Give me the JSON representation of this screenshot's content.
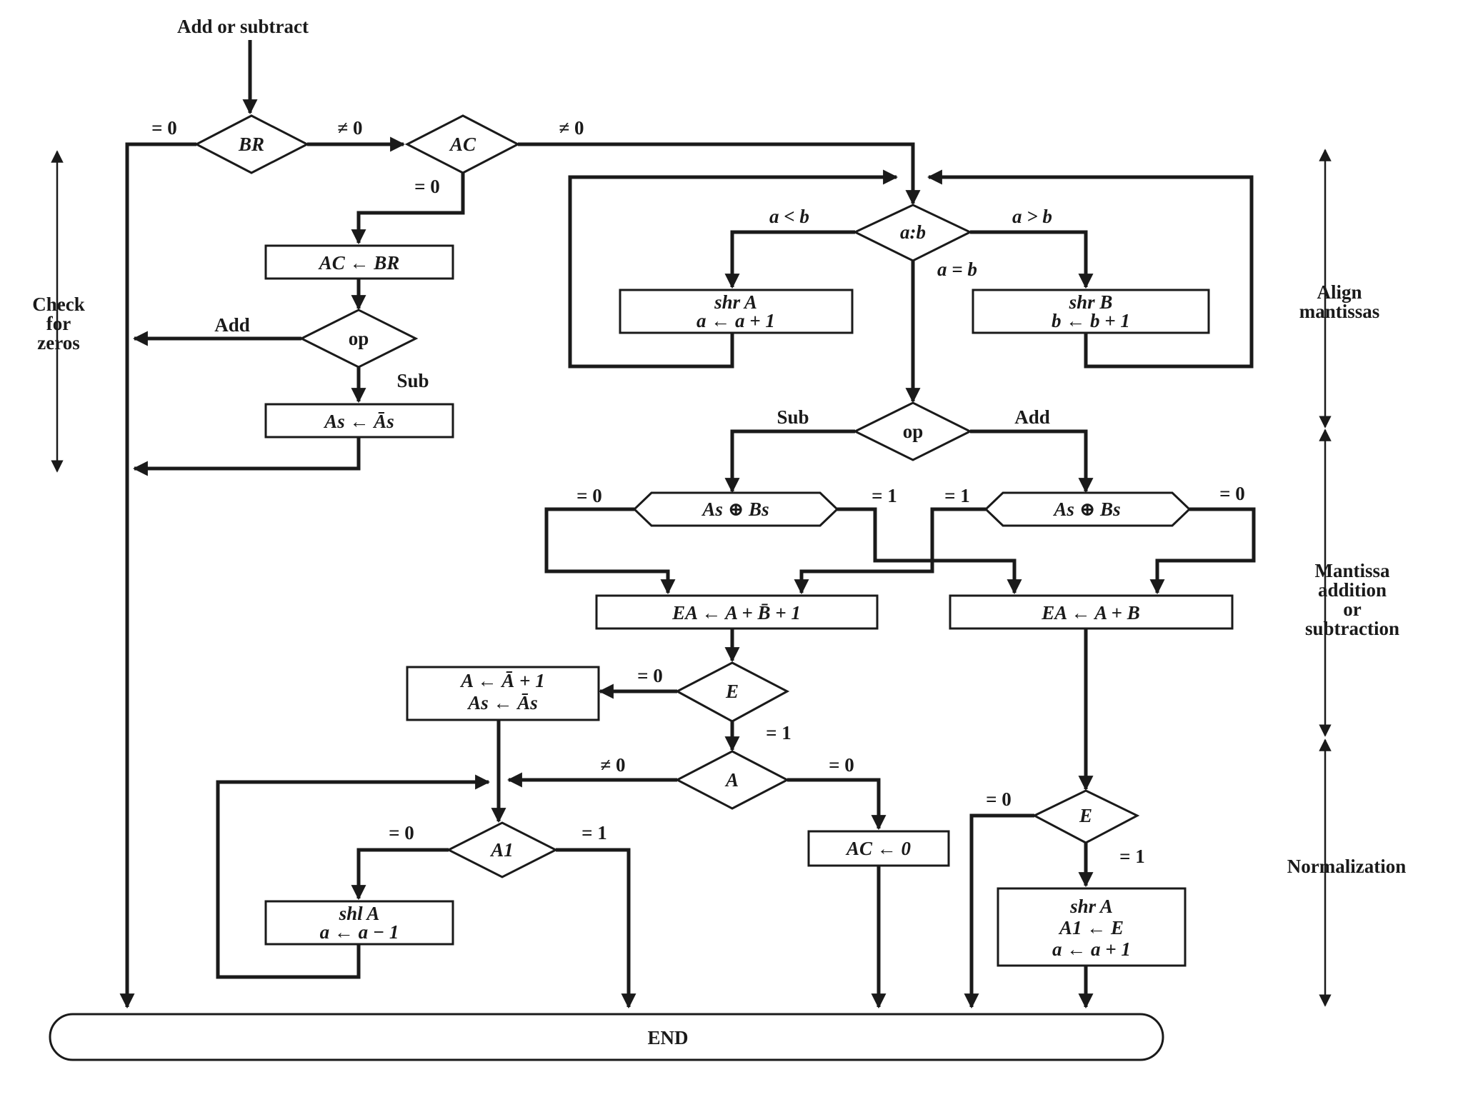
{
  "start_label": "Add or subtract",
  "end_label": "END",
  "side_labels": {
    "check_zeros": [
      "Check",
      "for",
      "zeros"
    ],
    "align": [
      "Align",
      "mantissas"
    ],
    "addsub": [
      "Mantissa",
      "addition",
      "or",
      "subtraction"
    ],
    "normalization": "Normalization"
  },
  "decisions": {
    "br": "BR",
    "ac": "AC",
    "op1": "op",
    "cmp": "a:b",
    "op2": "op",
    "xor_left": "As ⊕ Bs",
    "xor_right": "As ⊕ Bs",
    "e1": "E",
    "a": "A",
    "a1": "A1",
    "e2": "E"
  },
  "boxes": {
    "ac_br": "AC ← BR",
    "as_neg": "As ← Ās",
    "shr_a": [
      "shr A",
      "a ← a + 1"
    ],
    "shr_b": [
      "shr B",
      "b ← b + 1"
    ],
    "ea_sub": "EA ← A + B̄ + 1",
    "ea_add": "EA ← A + B",
    "comp": [
      "A ← Ā + 1",
      "As ← Ās"
    ],
    "ac_zero": "AC ← 0",
    "shl_a": [
      "shl A",
      "a ← a − 1"
    ],
    "shr_a_norm": [
      "shr A",
      "A1 ← E",
      "a ← a + 1"
    ]
  },
  "edge_labels": {
    "br_zero": "= 0",
    "br_nonzero": "≠ 0",
    "ac_nonzero": "≠ 0",
    "ac_zero": "= 0",
    "op1_add": "Add",
    "op1_sub": "Sub",
    "cmp_lt": "a < b",
    "cmp_gt": "a > b",
    "cmp_eq": "a = b",
    "op2_sub": "Sub",
    "op2_add": "Add",
    "xl_zero": "= 0",
    "xl_one": "= 1",
    "xr_one": "= 1",
    "xr_zero": "= 0",
    "e1_zero": "= 0",
    "e1_one": "= 1",
    "a_nonzero": "≠ 0",
    "a_zero": "= 0",
    "a1_zero": "= 0",
    "a1_one": "= 1",
    "e2_zero": "= 0",
    "e2_one": "= 1"
  }
}
